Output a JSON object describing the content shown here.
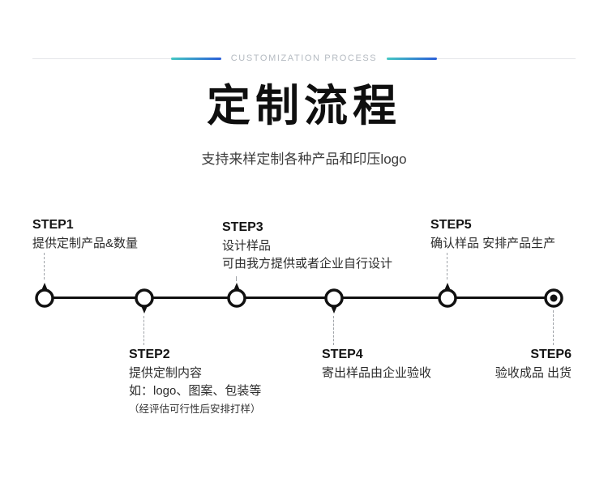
{
  "header": {
    "eyebrow": "CUSTOMIZATION PROCESS",
    "title": "定制流程",
    "subtitle": "支持来样定制各种产品和印压logo"
  },
  "colors": {
    "accent_teal": "#46c8c3",
    "accent_blue": "#2a5ed8",
    "eyebrow_gray": "#b4bac1",
    "timeline_black": "#111111",
    "connector_gray": "#a0a4a9"
  },
  "steps": [
    {
      "label": "STEP1",
      "position": "above",
      "lines": [
        "提供定制产品&数量"
      ]
    },
    {
      "label": "STEP2",
      "position": "below",
      "lines": [
        "提供定制内容",
        "如：logo、图案、包装等",
        "（经评估可行性后安排打样）"
      ]
    },
    {
      "label": "STEP3",
      "position": "above",
      "lines": [
        "设计样品",
        "可由我方提供或者企业自行设计"
      ]
    },
    {
      "label": "STEP4",
      "position": "below",
      "lines": [
        "寄出样品由企业验收"
      ]
    },
    {
      "label": "STEP5",
      "position": "above",
      "lines": [
        "确认样品 安排产品生产"
      ]
    },
    {
      "label": "STEP6",
      "position": "below",
      "lines": [
        "验收成品 出货"
      ]
    }
  ]
}
